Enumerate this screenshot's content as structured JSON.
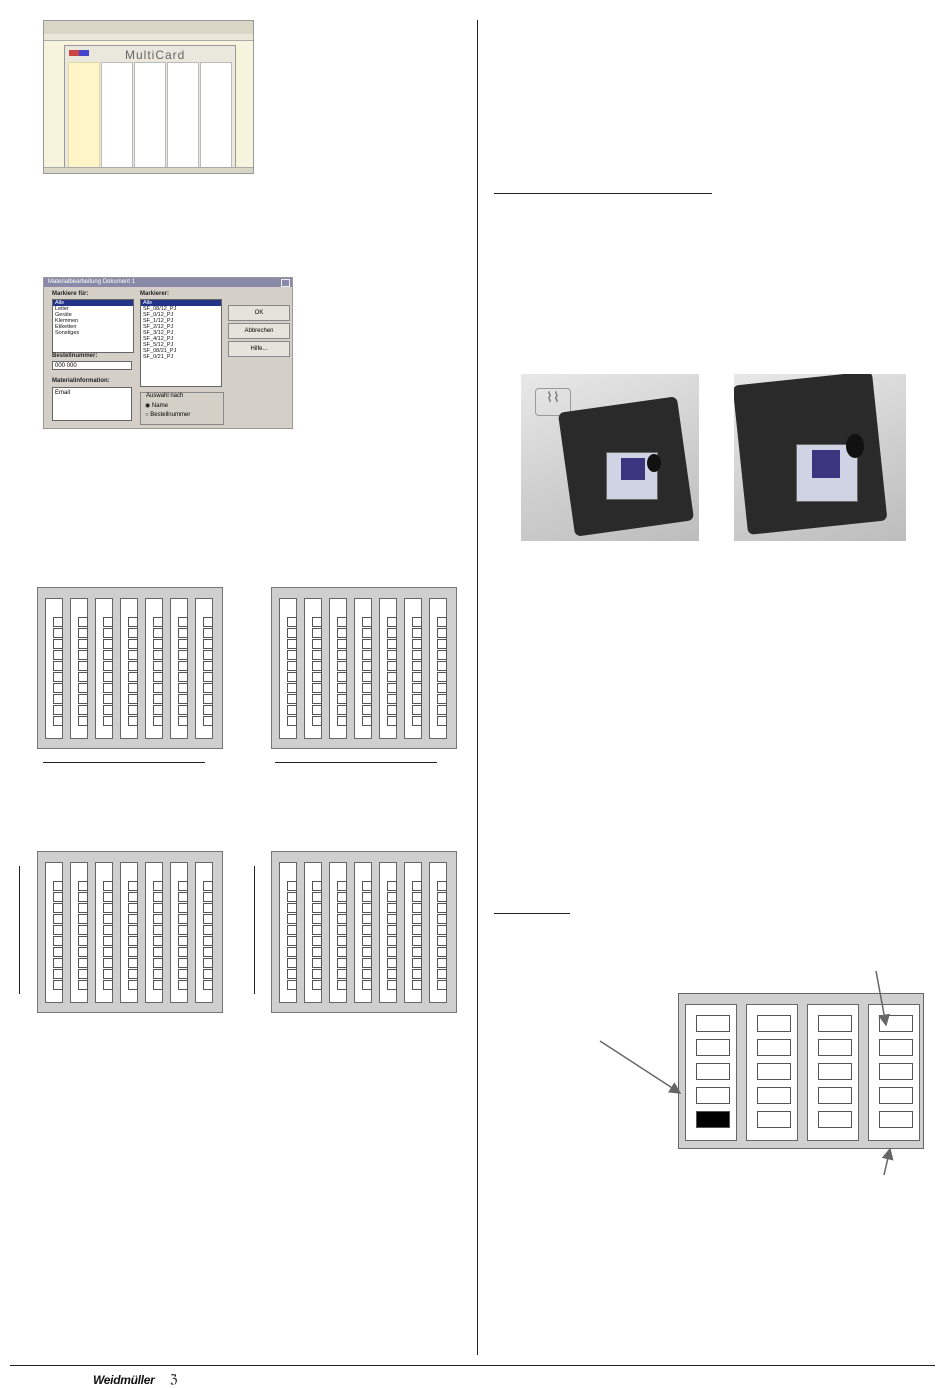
{
  "screenshot_multicard": {
    "title": "MultiCard"
  },
  "dialog": {
    "window_title": "Materialbearbeitung Dokument 1",
    "left_label": "Markiere für:",
    "left_items": [
      "Alle",
      "Leiter",
      "Geräte",
      "Klemmen",
      "Etiketten",
      "Sonstiges"
    ],
    "right_label": "Markierer:",
    "right_items": [
      "Alle",
      "SF_08/12_PJ",
      "SF_0/12_PJ",
      "SF_1/12_PJ",
      "SF_2/12_PJ",
      "SF_3/12_PJ",
      "SF_4/12_PJ",
      "SF_5/12_PJ",
      "SF_08/21_PJ",
      "SF_0/21_PJ"
    ],
    "order_label": "Bestellnummer:",
    "order_value": "000 000",
    "info_label": "Materialinformation:",
    "info_value": "Email",
    "group_label": "Auswahl nach",
    "radio_name": "Name",
    "radio_order": "Bestellnummer",
    "ok_button": "OK",
    "cancel_button": "Abbrechen",
    "help_button": "Hilfe..."
  },
  "footer": {
    "brand": "Weidmüller",
    "mark": "ℨ"
  }
}
